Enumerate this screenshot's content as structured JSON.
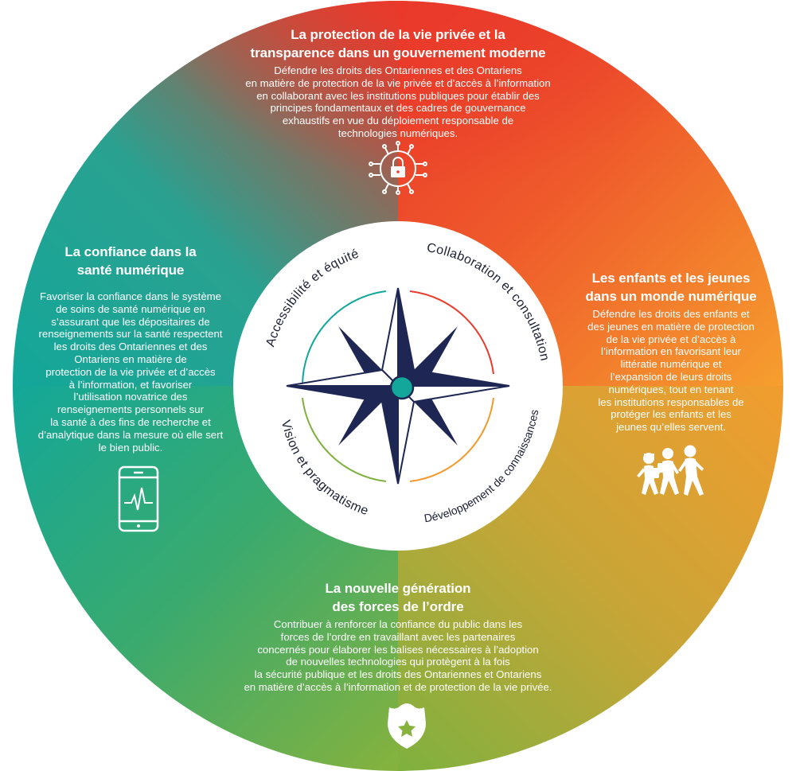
{
  "colors": {
    "red": "#ea3a2b",
    "orange": "#f39a2e",
    "green": "#7fb13f",
    "teal": "#12a79a",
    "navy": "#1e2754",
    "center_dot": "#12a79a"
  },
  "sections": {
    "top": {
      "title": [
        "La protection de la vie privée et la",
        "transparence dans un gouvernement moderne"
      ],
      "body": [
        "Défendre les droits des Ontariennes et des Ontariens",
        "en matière de protection de la vie privée et d’accès à l’information",
        "en collaborant avec les institutions publiques pour établir des",
        "principes fondamentaux et des cadres de gouvernance",
        "exhaustifs en vue du déploiement responsable de",
        "technologies numériques."
      ],
      "icon": "digital-lock-icon"
    },
    "left": {
      "title": [
        "La confiance dans la",
        "santé numérique"
      ],
      "body": [
        "Favoriser la confiance dans le système",
        "de soins de santé numérique en",
        "s’assurant que les dépositaires de",
        "renseignements sur la santé respectent",
        "les droits des Ontariennes et des",
        "Ontariens en matière de",
        "protection de la vie privée et d’accès",
        "à l’information, et favoriser",
        "l’utilisation novatrice des",
        "renseignements personnels sur",
        "la santé à des fins de recherche et",
        "d’analytique dans la mesure où elle sert",
        "le bien public."
      ],
      "icon": "smartphone-heartbeat-icon"
    },
    "right": {
      "title": [
        "Les enfants et les jeunes",
        "dans un monde numérique"
      ],
      "body": [
        "Défendre les droits des enfants et",
        "des jeunes en matière de protection",
        "de la vie privée et d’accès à",
        "l’information en favorisant leur",
        "littératie numérique et",
        "l’expansion de leurs droits",
        "numériques, tout en tenant",
        "les institutions responsables de",
        "protéger les enfants et les",
        "jeunes qu’elles servent."
      ],
      "icon": "children-walking-icon"
    },
    "bottom": {
      "title": [
        "La nouvelle génération",
        "des forces de l’ordre"
      ],
      "body": [
        "Contribuer à renforcer la confiance du public dans les",
        "forces de l’ordre en travaillant avec les partenaires",
        "concernés pour élaborer les balises nécessaires à l’adoption",
        "de nouvelles technologies qui protègent à la fois",
        "la sécurité publique et les droits des Ontariennes et Ontariens",
        "en matière d’accès à l’information et de protection de la vie privée."
      ],
      "icon": "police-badge-icon"
    }
  },
  "center": {
    "values": {
      "top_left": "Accessibilité et équité",
      "top_right": "Collaboration et consultation",
      "bottom_left": "Vision et pragmatisme",
      "bottom_right": "Développement de connaissances"
    },
    "icon": "compass-rose-icon"
  }
}
